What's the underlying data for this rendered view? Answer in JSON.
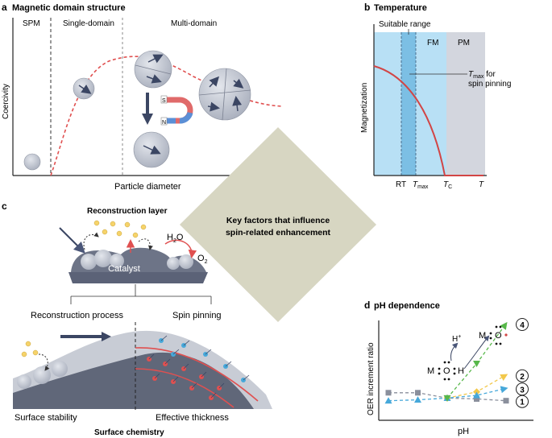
{
  "panel_a": {
    "letter": "a",
    "title": "Magnetic domain structure",
    "region_spm": "SPM",
    "region_single": "Single-domain",
    "region_multi": "Multi-domain",
    "ylabel": "Coercivity",
    "xlabel": "Particle diameter",
    "magnet_s": "S",
    "magnet_n": "N"
  },
  "panel_b": {
    "letter": "b",
    "title": "Temperature",
    "suitable_range": "Suitable range",
    "fm": "FM",
    "pm": "PM",
    "ylabel": "Magnetization",
    "tmax_note_sym": "T",
    "tmax_note_sub": "max",
    "tmax_note_line1_rest": " for",
    "tmax_note_line2": "spin pinning",
    "tick_rt": "RT",
    "tick_tmax_sym": "T",
    "tick_tmax_sub": "max",
    "tick_tc_sym": "T",
    "tick_tc_sub": "C",
    "tick_t": "T"
  },
  "center": {
    "line1": "Key factors that influence",
    "line2": "spin-related enhancement"
  },
  "panel_c": {
    "letter": "c",
    "title": "Reconstruction layer",
    "catalyst": "Catalyst",
    "h2o_h": "H",
    "h2o_sub": "2",
    "h2o_o": "O",
    "o2_o": "O",
    "o2_sub": "2",
    "reconstruction_process": "Reconstruction process",
    "spin_pinning": "Spin pinning",
    "surface_stability": "Surface stability",
    "effective_thickness": "Effective thickness",
    "footer": "Surface chemistry"
  },
  "panel_d": {
    "letter": "d",
    "title": "pH dependence",
    "ylabel": "OER increment ratio",
    "xlabel": "pH",
    "h_plus": "H",
    "h_plus_sup": "+",
    "m1": "M",
    "o1": "O",
    "h1": "H",
    "m2": "M",
    "o2": "O",
    "colors": {
      "s1": "#8a8f9c",
      "s2": "#46a8da",
      "s3": "#f2c84b",
      "s4": "#57b84a"
    },
    "chart_data": {
      "type": "line",
      "xlabel": "pH",
      "ylabel": "OER increment ratio",
      "series": [
        {
          "name": "1",
          "x": [
            0,
            1,
            2,
            3,
            4
          ],
          "y": [
            0.22,
            0.22,
            0.16,
            0.15,
            0.13
          ]
        },
        {
          "name": "2",
          "x": [
            2,
            3,
            4
          ],
          "y": [
            0.16,
            0.23,
            0.42
          ]
        },
        {
          "name": "3",
          "x": [
            0,
            1,
            2,
            3,
            4
          ],
          "y": [
            0.13,
            0.14,
            0.16,
            0.19,
            0.27
          ]
        },
        {
          "name": "4",
          "x": [
            2,
            3,
            4
          ],
          "y": [
            0.16,
            0.55,
            1.0
          ]
        }
      ]
    }
  }
}
